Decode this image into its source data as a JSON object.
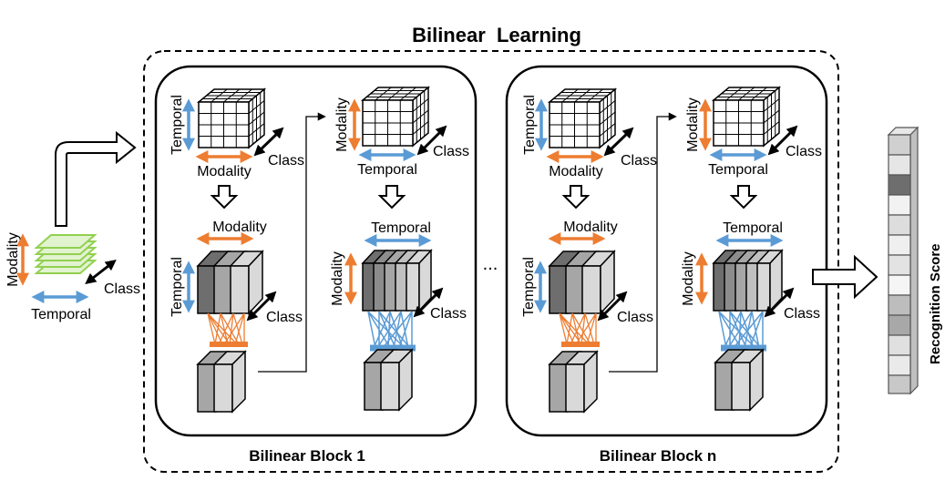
{
  "title": "Bilinear  Learning",
  "labels": {
    "temporal": "Temporal",
    "modality": "Modality",
    "class": "Class",
    "ellipsis": "...",
    "recognition_score": "Recognition Score"
  },
  "blocks": [
    {
      "caption": "Bilinear Block 1"
    },
    {
      "caption": "Bilinear Block n"
    }
  ],
  "colors": {
    "orange": "#ED7D31",
    "blue": "#5B9BD5",
    "green": "#92D050",
    "dark_cube": "#6E6E6E",
    "mid_cube": "#A6A6A6",
    "light_cube": "#D9D9D9"
  },
  "icons": {
    "input": "stacked-green-sheets",
    "tensor": "grid-cube",
    "features": "shaded-slab-cubes",
    "score": "score-column"
  }
}
